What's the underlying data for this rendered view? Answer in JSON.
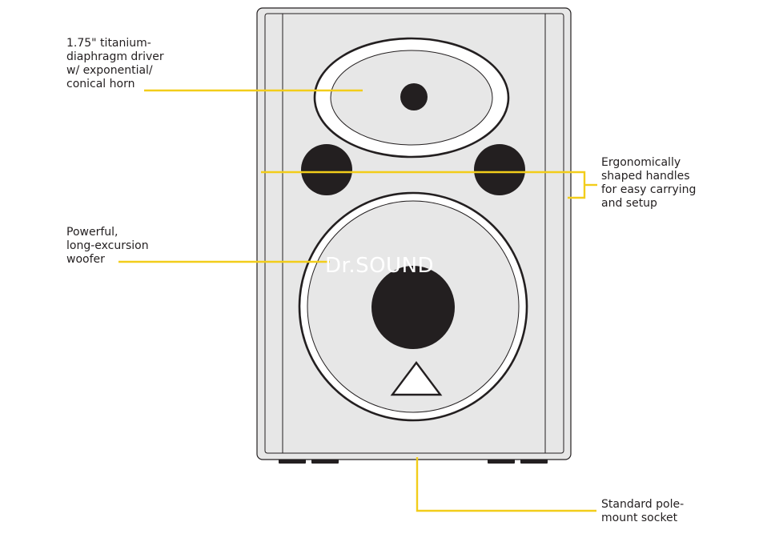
{
  "callouts": {
    "tweeter": "1.75\" titanium-\ndiaphragm driver\nw/ exponential/\nconical horn",
    "handles": "Ergonomically\nshaped handles\nfor easy carrying\nand setup",
    "woofer": "Powerful,\nlong-excursion\nwoofer",
    "pole_mount": "Standard pole-\nmount socket"
  },
  "watermark": "Dr.SOUND",
  "colors": {
    "callout_line": "#f2cd1a",
    "cabinet_fill": "#e7e7e7",
    "outline": "#231f20",
    "background": "#ffffff"
  }
}
